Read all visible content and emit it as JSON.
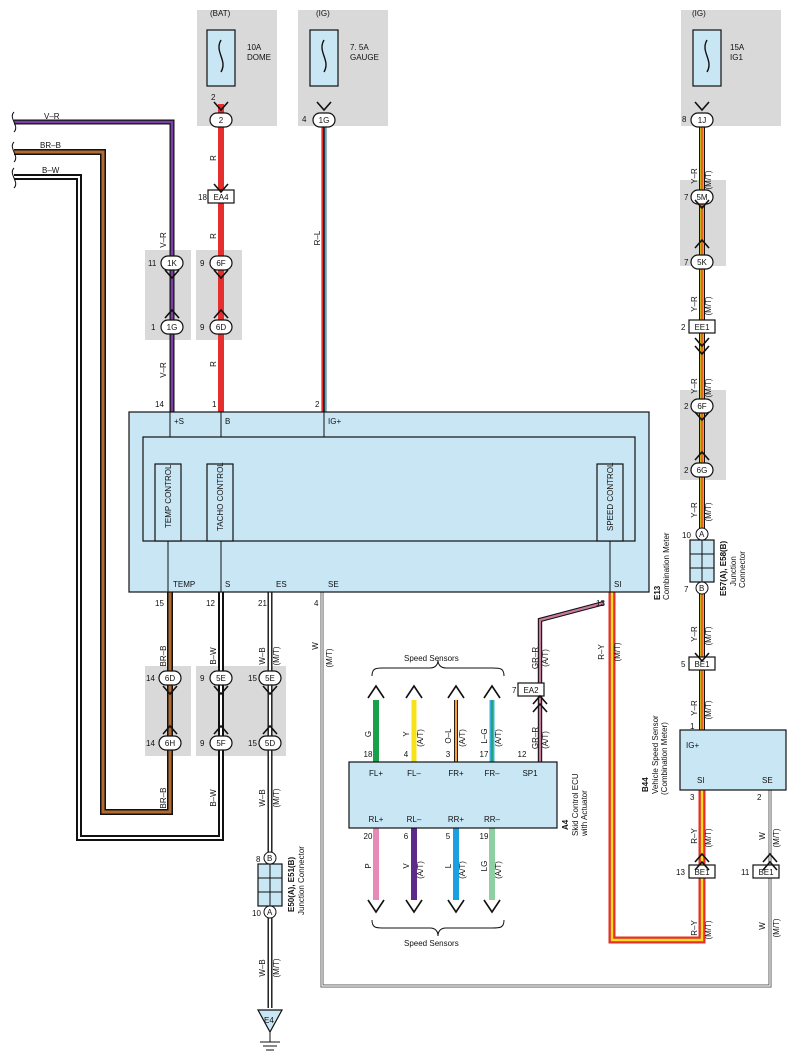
{
  "sources": {
    "bat": {
      "supply": "(BAT)",
      "rating": "10A",
      "name": "DOME",
      "pin": "2",
      "conn": "2"
    },
    "ig_gauge": {
      "supply": "(IG)",
      "rating": "7. 5A",
      "name": "GAUGE",
      "pin": "4",
      "conn": "1G"
    },
    "ig1": {
      "supply": "(IG)",
      "rating": "15A",
      "name": "IG1",
      "pin": "8",
      "conn": "1J"
    }
  },
  "left_wires": {
    "vr": "V–R",
    "brb": "BR–B",
    "bw": "B–W"
  },
  "wire_colors": {
    "R": "R",
    "R_L": "R–L",
    "V_R": "V–R",
    "Y_R": "Y–R",
    "MT": "(M/T)",
    "AT": "(A/T)",
    "BR_B": "BR–B",
    "B_W": "B–W",
    "W_B": "W–B",
    "W": "W",
    "GR_R": "GR–R",
    "R_Y": "R–Y",
    "G": "G",
    "Y": "Y",
    "O_L": "O–L",
    "L_G": "L–G",
    "P": "P",
    "V": "V",
    "L": "L",
    "LG": "LG"
  },
  "connectors": {
    "EA4": {
      "pin": "18",
      "id": "EA4"
    },
    "k1": {
      "pin": "11",
      "id": "1K"
    },
    "g1": {
      "pin": "1",
      "id": "1G"
    },
    "f6": {
      "pin": "9",
      "id": "6F"
    },
    "d6": {
      "pin": "9",
      "id": "6D"
    },
    "m5": {
      "pin": "7",
      "id": "5M"
    },
    "k5": {
      "pin": "7",
      "id": "5K"
    },
    "ee1": {
      "pin": "2",
      "id": "EE1"
    },
    "f6b": {
      "pin": "2",
      "id": "6F"
    },
    "g6": {
      "pin": "2",
      "id": "6G"
    },
    "be1a": {
      "pin": "5",
      "id": "BE1"
    },
    "d6b": {
      "pin": "14",
      "id": "6D"
    },
    "h6": {
      "pin": "14",
      "id": "6H"
    },
    "e5": {
      "pin": "9",
      "id": "5E"
    },
    "f5": {
      "pin": "9",
      "id": "5F"
    },
    "e5b": {
      "pin": "15",
      "id": "5E"
    },
    "d5": {
      "pin": "15",
      "id": "5D"
    },
    "ea2": {
      "pin": "7",
      "id": "EA2"
    },
    "be1b": {
      "pin": "13",
      "id": "BE1"
    },
    "be1c": {
      "pin": "11",
      "id": "BE1"
    },
    "e4": {
      "id": "E4"
    }
  },
  "meter": {
    "top_pins": {
      "s": "14",
      "b": "1",
      "ig": "2"
    },
    "top_terms": {
      "s": "+S",
      "b": "B",
      "ig": "IG+"
    },
    "controls": {
      "temp": "TEMP CONTROL",
      "tacho": "TACHO CONTROL",
      "speed": "SPEED CONTROL"
    },
    "bottom_terms": {
      "temp": "TEMP",
      "s": "S",
      "es": "ES",
      "se": "SE",
      "si": "SI"
    },
    "bottom_pins": {
      "temp": "15",
      "s": "12",
      "es": "21",
      "se": "4",
      "si": "13"
    },
    "code": "E13",
    "name": "Combination Meter"
  },
  "jc_right": {
    "code": "E57(A), E58(B)",
    "name1": "Junction",
    "name2": "Connector",
    "top_pin": "10",
    "top_letter": "A",
    "bot_pin": "7",
    "bot_letter": "B"
  },
  "jc_left": {
    "code": "E50(A), E51(B)",
    "name": "Junction Connector",
    "top_pin": "8",
    "top_letter": "B",
    "bot_pin": "10",
    "bot_letter": "A"
  },
  "ecu": {
    "code": "A4",
    "name1": "Skid Control ECU",
    "name2": "with Actuator",
    "top_terms": [
      "FL+",
      "FL–",
      "FR+",
      "FR–",
      "SP1"
    ],
    "top_pins": [
      "18",
      "4",
      "3",
      "17",
      "12"
    ],
    "bot_terms": [
      "RL+",
      "RL–",
      "RR+",
      "RR–"
    ],
    "bot_pins": [
      "20",
      "6",
      "5",
      "19"
    ],
    "speed_sensors": "Speed Sensors"
  },
  "vss": {
    "code": "B44",
    "name1": "Vehicle Speed Sensor",
    "name2": "(Combination Meter)",
    "terms": {
      "ig": "IG+",
      "si": "SI",
      "se": "SE"
    },
    "pins": {
      "ig": "1",
      "si": "3",
      "se": "2"
    }
  }
}
